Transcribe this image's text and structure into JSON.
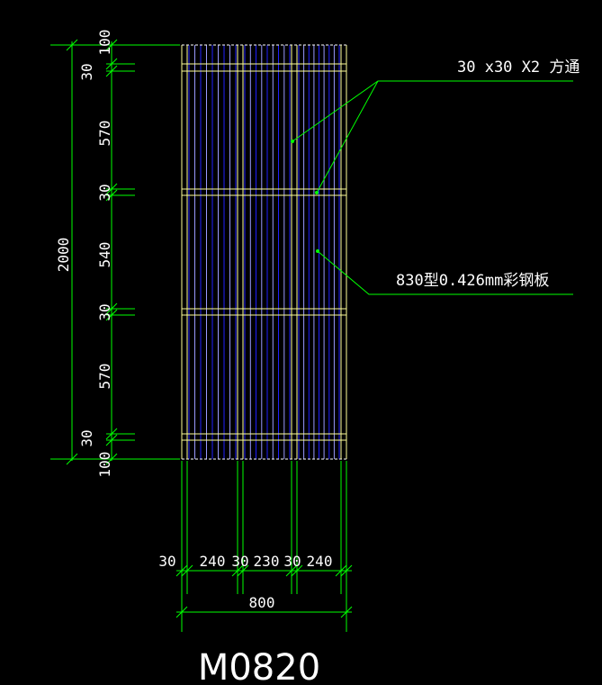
{
  "drawing": {
    "title": "M0820",
    "colors": {
      "background": "#000000",
      "dimension_line": "#00ff00",
      "frame": "#ffff99",
      "panel_rib": "#1f1fff",
      "panel_rib_light": "#9a9aff",
      "text": "#ffffff"
    },
    "vertical_dimensions": {
      "overall": "2000",
      "segments": [
        "100",
        "30",
        "570",
        "30",
        "540",
        "30",
        "570",
        "30",
        "100"
      ]
    },
    "horizontal_dimensions": {
      "overall": "800",
      "segments": [
        "30",
        "240",
        "30",
        "230",
        "30",
        "240"
      ]
    },
    "callouts": {
      "tube": "30 x30 X2 方通",
      "sheet": "830型0.426mm彩钢板"
    }
  }
}
